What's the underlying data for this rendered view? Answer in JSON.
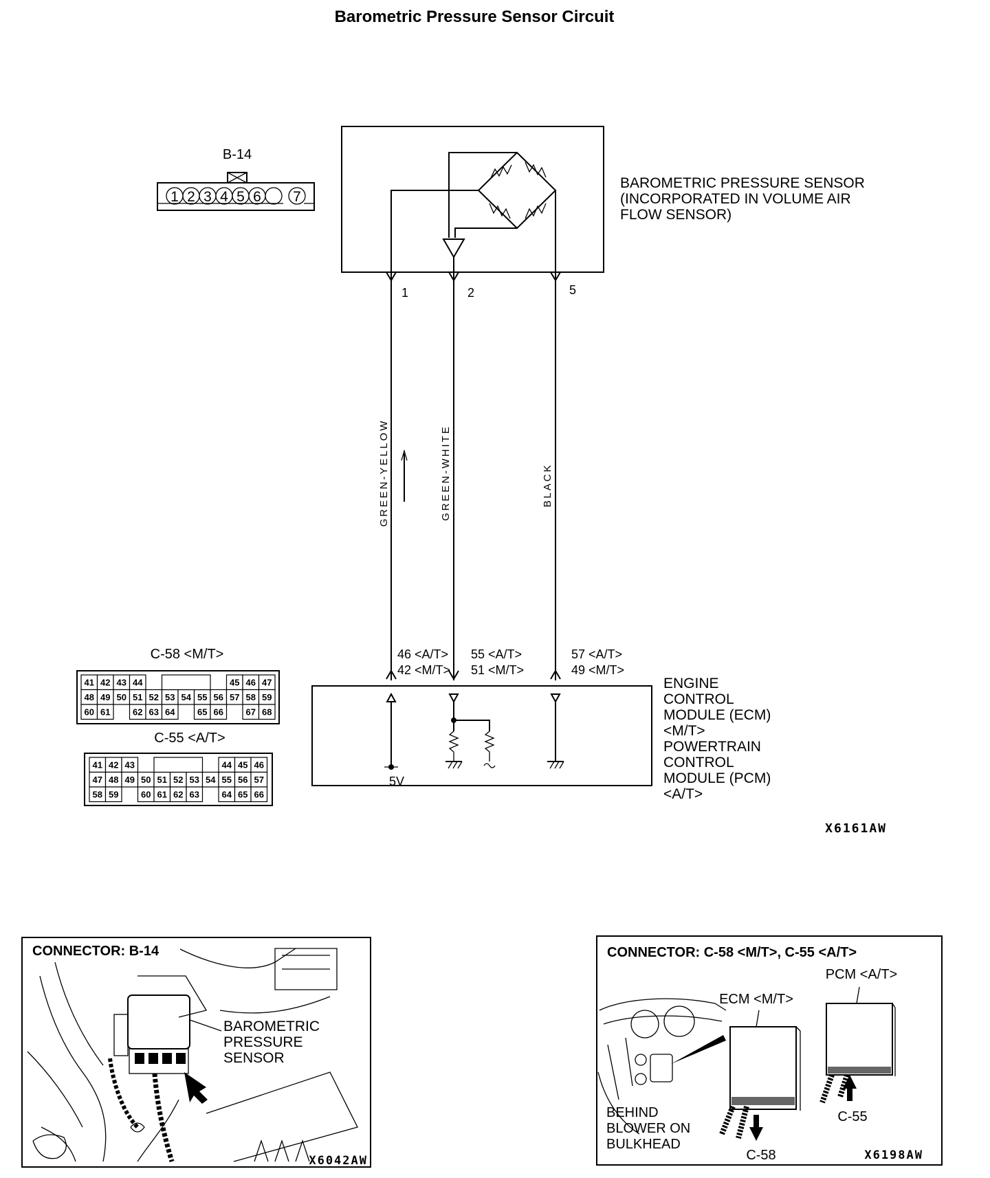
{
  "title": "Barometric Pressure Sensor Circuit",
  "sensor": {
    "label_lines": [
      "BAROMETRIC PRESSURE SENSOR",
      "(INCORPORATED IN VOLUME AIR",
      "FLOW SENSOR)"
    ],
    "pins": [
      "1",
      "2",
      "5"
    ]
  },
  "connector_b14": {
    "label": "B-14",
    "pins": [
      "1",
      "2",
      "3",
      "4",
      "5",
      "6",
      "7"
    ]
  },
  "wires": [
    {
      "color": "GREEN-YELLOW",
      "sensor_pin": "1",
      "ecm_pins": [
        "46 <A/T>",
        "42 <M/T>"
      ]
    },
    {
      "color": "GREEN-WHITE",
      "sensor_pin": "2",
      "ecm_pins": [
        "55 <A/T>",
        "51 <M/T>"
      ]
    },
    {
      "color": "BLACK",
      "sensor_pin": "5",
      "ecm_pins": [
        "57 <A/T>",
        "49 <M/T>"
      ]
    }
  ],
  "ecm": {
    "label_lines": [
      "ENGINE",
      "CONTROL",
      "MODULE (ECM)",
      "<M/T>",
      "POWERTRAIN",
      "CONTROL",
      "MODULE (PCM)",
      "<A/T>"
    ],
    "supply_label": "5V"
  },
  "connector_c58": {
    "label": "C-58 <M/T>",
    "rows": [
      [
        "41",
        "42",
        "43",
        "44",
        "",
        "",
        "",
        "",
        "",
        "45",
        "46",
        "47"
      ],
      [
        "48",
        "49",
        "50",
        "51",
        "52",
        "53",
        "54",
        "55",
        "56",
        "57",
        "58",
        "59"
      ],
      [
        "60",
        "61",
        "",
        "62",
        "63",
        "64",
        "",
        "65",
        "66",
        "",
        "67",
        "68"
      ]
    ]
  },
  "connector_c55": {
    "label": "C-55 <A/T>",
    "rows": [
      [
        "41",
        "42",
        "43",
        "",
        "",
        "",
        "",
        "",
        "44",
        "45",
        "46"
      ],
      [
        "47",
        "48",
        "49",
        "50",
        "51",
        "52",
        "53",
        "54",
        "55",
        "56",
        "57"
      ],
      [
        "58",
        "59",
        "",
        "60",
        "61",
        "62",
        "63",
        "",
        "64",
        "65",
        "66"
      ]
    ]
  },
  "diagram_code": "X6161AW",
  "photo_left": {
    "title": "CONNECTOR: B-14",
    "callout_lines": [
      "BAROMETRIC",
      "PRESSURE",
      "SENSOR"
    ],
    "code": "X6042AW"
  },
  "photo_right": {
    "title": "CONNECTOR: C-58 <M/T>, C-55 <A/T>",
    "pcm_label": "PCM <A/T>",
    "ecm_label": "ECM <M/T>",
    "location_lines": [
      "BEHIND",
      "BLOWER ON",
      "BULKHEAD"
    ],
    "c58_label": "C-58",
    "c55_label": "C-55",
    "code": "X6198AW"
  }
}
